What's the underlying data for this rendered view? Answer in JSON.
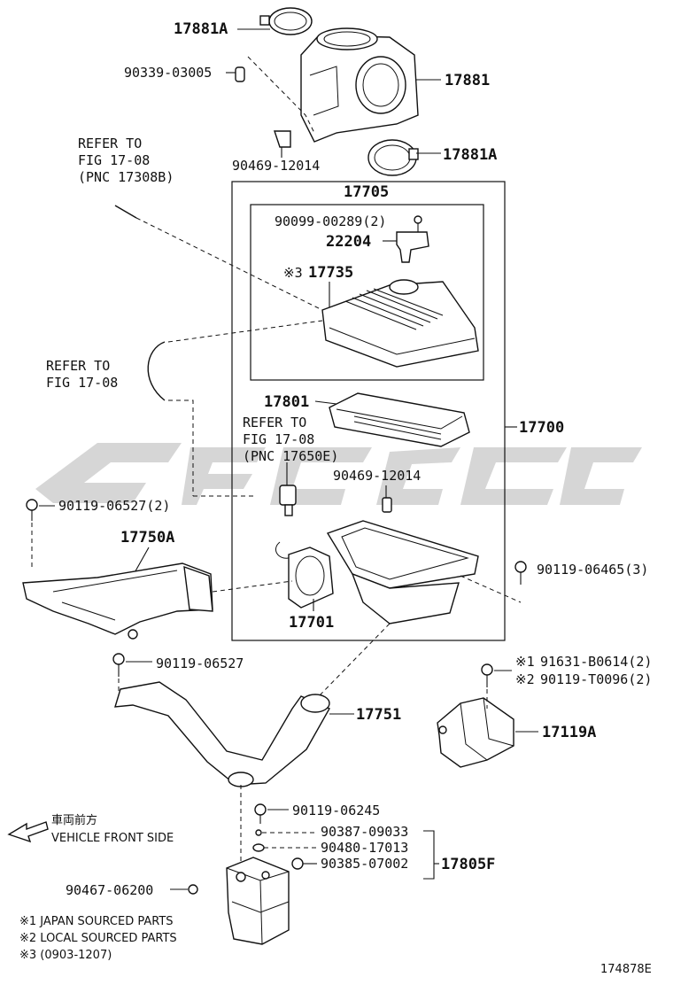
{
  "diagram_code": "174878E",
  "watermark_text": "",
  "direction": {
    "jp": "車両前方",
    "en": "VEHICLE FRONT SIDE"
  },
  "footnotes": [
    "※1 JAPAN SOURCED PARTS",
    "※2 LOCAL SOURCED PARTS",
    "※3 (0903-1207)"
  ],
  "references": {
    "ref1": [
      "REFER TO",
      "FIG 17-08",
      "(PNC 17308B)"
    ],
    "ref2": [
      "REFER TO",
      "FIG 17-08"
    ],
    "ref3": [
      "REFER TO",
      "FIG 17-08",
      "(PNC 17650E)"
    ]
  },
  "labels": {
    "p17881A_top": "17881A",
    "p90339": "90339-03005",
    "p17881": "17881",
    "p90469_top": "90469-12014",
    "p17881A_bot": "17881A",
    "p17705": "17705",
    "p90099": "90099-00289(2)",
    "p22204": "22204",
    "p17735": "17735",
    "p17735_mark": "※3",
    "p17801": "17801",
    "p17700": "17700",
    "p90469_mid": "90469-12014",
    "p90119_06527_2": "90119-06527(2)",
    "p17750A": "17750A",
    "p90119_06465": "90119-06465(3)",
    "p17701": "17701",
    "p90119_06527": "90119-06527",
    "p91631_mark": "※1",
    "p91631": "91631-B0614(2)",
    "p90119_T_mark": "※2",
    "p90119_T": "90119-T0096(2)",
    "p17751": "17751",
    "p17119A": "17119A",
    "p90119_06245": "90119-06245",
    "p90387": "90387-09033",
    "p90480": "90480-17013",
    "p90385": "90385-07002",
    "p17805F": "17805F",
    "p90467": "90467-06200"
  }
}
